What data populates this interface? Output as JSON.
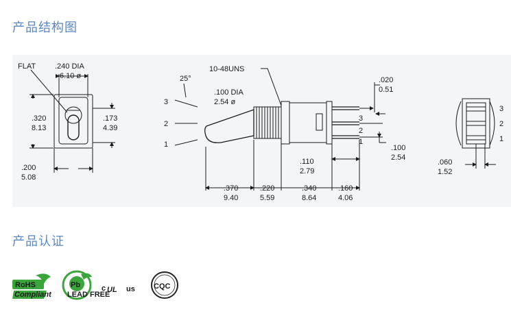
{
  "sections": {
    "structure_title": "产品结构图",
    "certification_title": "产品认证"
  },
  "drawing": {
    "front_view": {
      "flat_label": "FLAT",
      "dia_in": ".240 DIA",
      "dia_mm": "6.10 ø",
      "height_in": ".320",
      "height_mm": "8.13",
      "inner_in": ".173",
      "inner_mm": "4.39",
      "width_in": ".200",
      "width_mm": "5.08"
    },
    "side_view": {
      "angle": "25°",
      "positions": [
        "3",
        "2",
        "1"
      ],
      "thread": "10-48UNS",
      "lever_dia_in": ".100 DIA",
      "lever_dia_mm": "2.54 ø",
      "terminal_in": ".020",
      "terminal_mm": "0.51",
      "pin_labels": [
        "3",
        "2",
        "1"
      ],
      "pitch_in": ".100",
      "pitch_mm": "2.54",
      "term_len_in": ".110",
      "term_len_mm": "2.79",
      "lever_len_in": ".370",
      "lever_len_mm": "9.40",
      "bushing_in": ".220",
      "bushing_mm": "5.59",
      "body_in": ".340",
      "body_mm": "8.64",
      "pins_in": ".160",
      "pins_mm": "4.06"
    },
    "rear_view": {
      "positions": [
        "3",
        "2",
        "1"
      ],
      "offset_in": ".060",
      "offset_mm": "1.52"
    }
  },
  "certifications": {
    "rohs_top": "RoHS",
    "rohs_bottom": "Compliant",
    "pb_center": "Pb",
    "pb_arc": "LEAD FREE",
    "ul_prefix": "c",
    "ul_mark": "UL",
    "ul_suffix": "us",
    "cqc": "CQC"
  },
  "colors": {
    "title": "#5b87c4",
    "panel": "#f4f5f7",
    "line": "#1a1a1a",
    "green": "#3aa53a"
  }
}
